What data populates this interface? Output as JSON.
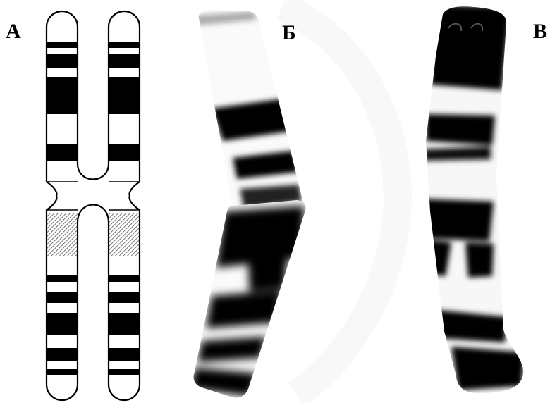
{
  "figure": {
    "panels": [
      {
        "label": "А",
        "kind": "schematic-ideogram"
      },
      {
        "label": "Б",
        "kind": "micrograph-chromosome"
      },
      {
        "label": "В",
        "kind": "micrograph-chromosome"
      }
    ],
    "colors": {
      "band": "#000000",
      "background": "#ffffff",
      "hatch": "#555555"
    }
  }
}
